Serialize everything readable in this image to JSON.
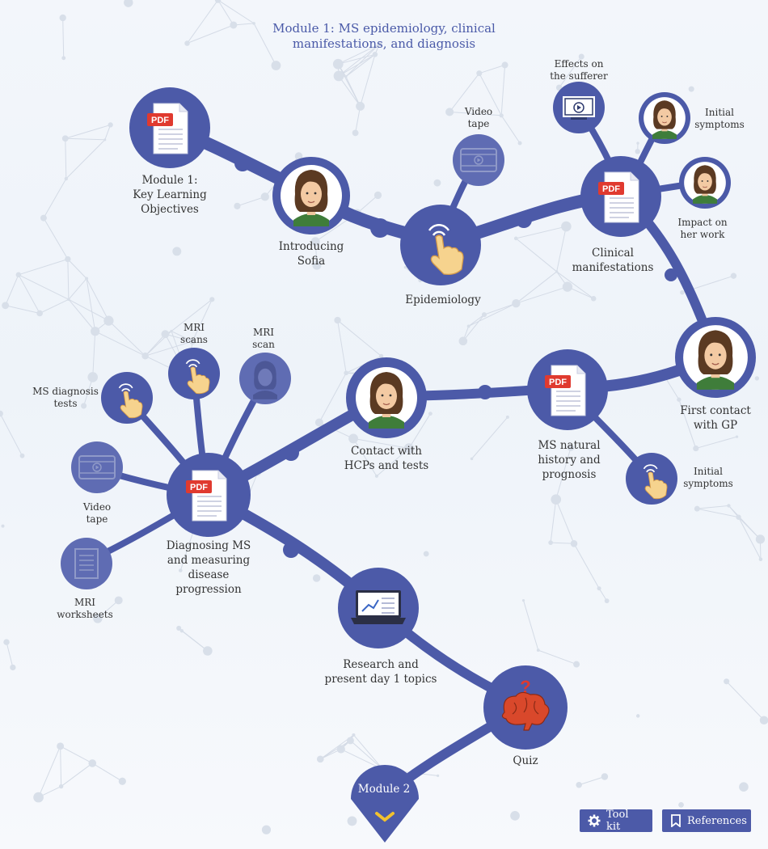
{
  "title": {
    "line1": "Module 1: MS epidemiology, clinical",
    "line2": "manifestations, and diagnosis"
  },
  "nodes": {
    "key_objectives": [
      "Module 1:",
      "Key Learning",
      "Objectives"
    ],
    "introducing_sofia": [
      "Introducing",
      "Sofia"
    ],
    "video_tape_top": [
      "Video",
      "tape"
    ],
    "epidemiology": [
      "Epidemiology"
    ],
    "effects_sufferer": [
      "Effects on",
      "the sufferer"
    ],
    "initial_symptoms_top": [
      "Initial",
      "symptoms"
    ],
    "impact_work": [
      "Impact on",
      "her work"
    ],
    "clinical_manifestations": [
      "Clinical",
      "manifestations"
    ],
    "first_contact_gp": [
      "First contact",
      "with GP"
    ],
    "ms_natural_history": [
      "MS natural",
      "history and",
      "prognosis"
    ],
    "initial_symptoms_bottom": [
      "Initial",
      "symptoms"
    ],
    "contact_hcps": [
      "Contact with",
      "HCPs and tests"
    ],
    "mri_scans": [
      "MRI",
      "scans"
    ],
    "mri_scan": [
      "MRI",
      "scan"
    ],
    "ms_diagnosis_tests": [
      "MS diagnosis",
      "tests"
    ],
    "video_tape_left": [
      "Video",
      "tape"
    ],
    "diagnosing_ms": [
      "Diagnosing MS",
      "and measuring",
      "disease",
      "progression"
    ],
    "mri_worksheets": [
      "MRI",
      "worksheets"
    ],
    "research": [
      "Research and",
      "present day 1 topics"
    ],
    "quiz": [
      "Quiz"
    ],
    "module2": "Module 2"
  },
  "pdf_badge": "PDF",
  "icons": {
    "pdf": "pdf-document-icon",
    "person": "sofia-avatar-icon",
    "touch": "tap-hand-icon",
    "video": "video-tape-icon",
    "monitor": "play-monitor-icon",
    "laptop": "laptop-chart-icon",
    "brain": "brain-quiz-icon",
    "doc": "worksheet-icon",
    "chevron": "chevron-down-icon",
    "gear": "gear-icon",
    "bookmark": "bookmark-icon"
  },
  "footer": {
    "toolkit": "Tool kit",
    "references": "References"
  },
  "colors": {
    "accent": "#4c5aa8",
    "light_node": "#5f6cb3",
    "paper": "#ffffff",
    "pdf_red": "#e03a2f",
    "chevron": "#f2c12e",
    "brain": "#d9482b"
  }
}
